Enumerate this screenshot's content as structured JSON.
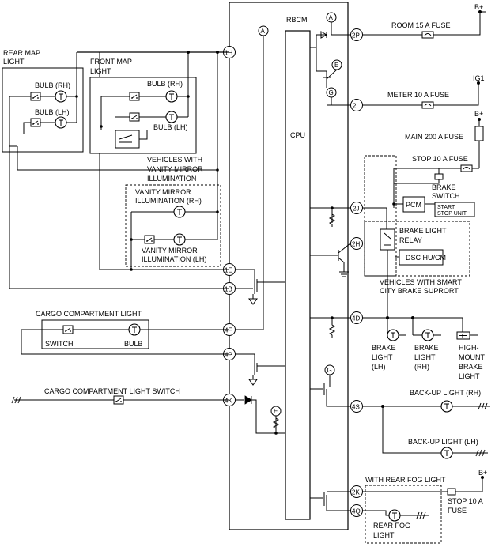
{
  "supplies": {
    "b_plus": "B+",
    "ig1": "IG1"
  },
  "module": {
    "name": "RBCM",
    "cpu": "CPU"
  },
  "connectors": [
    "1H",
    "1E",
    "1B",
    "4F",
    "4P",
    "4K",
    "2P",
    "2I",
    "2J",
    "2H",
    "4D",
    "4S",
    "2K",
    "4Q"
  ],
  "refs": [
    "A",
    "E",
    "G"
  ],
  "fuses": {
    "room": "ROOM 15 A FUSE",
    "meter": "METER 10 A FUSE",
    "main": "MAIN 200 A FUSE",
    "stop": "STOP 10 A FUSE",
    "stop_rear_1": "STOP 10 A",
    "stop_rear_2": "FUSE"
  },
  "rear_map": {
    "title_1": "REAR MAP",
    "title_2": "LIGHT",
    "bulb_rh": "BULB (RH)",
    "bulb_lh": "BULB (LH)"
  },
  "front_map": {
    "title_1": "FRONT MAP",
    "title_2": "LIGHT",
    "bulb_rh": "BULB (RH)",
    "bulb_lh": "BULB (LH)"
  },
  "vanity": {
    "note_1": "VEHICLES WITH",
    "note_2": "VANITY MIRROR",
    "note_3": "ILLUMINATION",
    "rh_1": "VANITY MIRROR",
    "rh_2": "ILLUMINATION (RH)",
    "lh_1": "VANITY MIRROR",
    "lh_2": "ILLUMINATION (LH)"
  },
  "cargo": {
    "title": "CARGO COMPARTMENT LIGHT",
    "switch": "SWITCH",
    "bulb": "BULB",
    "light_switch": "CARGO COMPARTMENT LIGHT SWITCH"
  },
  "brake": {
    "switch_1": "BRAKE",
    "switch_2": "SWITCH",
    "pcm": "PCM",
    "start_stop_1": "START",
    "start_stop_2": "STOP UNIT",
    "relay_1": "BRAKE LIGHT",
    "relay_2": "RELAY",
    "dsc": "DSC HU/CM",
    "note_1": "VEHICLES WITH SMART",
    "note_2": "CITY BRAKE SUPRORT"
  },
  "brake_lights": {
    "lh_1": "BRAKE",
    "lh_2": "LIGHT",
    "lh_3": "(LH)",
    "rh_1": "BRAKE",
    "rh_2": "LIGHT",
    "rh_3": "(RH)",
    "hm_1": "HIGH-",
    "hm_2": "MOUNT",
    "hm_3": "BRAKE",
    "hm_4": "LIGHT"
  },
  "backup": {
    "rh": "BACK-UP LIGHT (RH)",
    "lh": "BACK-UP LIGHT (LH)"
  },
  "fog": {
    "note": "WITH REAR FOG LIGHT",
    "label_1": "REAR FOG",
    "label_2": "LIGHT"
  }
}
